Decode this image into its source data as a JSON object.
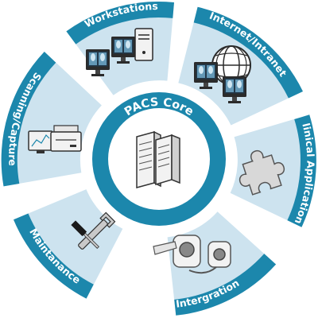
{
  "colors": {
    "band": "#1c87ac",
    "tile": "#cde3ef",
    "core_ring": "#1c87ac",
    "core_fill": "#ffffff",
    "label_text": "#ffffff",
    "icon_dark": "#2b2b2b",
    "icon_light": "#f2f2f2"
  },
  "core": {
    "title": "PACS Core",
    "icon": "server-rack-icon"
  },
  "segments": [
    {
      "key": "workstations",
      "label": "Workstations",
      "icon": "workstation-monitors-icon"
    },
    {
      "key": "internet",
      "label": "Internet/Intranet",
      "icon": "globe-monitors-icon"
    },
    {
      "key": "clinical",
      "label": "Clinical Applications",
      "icon": "puzzle-piece-icon"
    },
    {
      "key": "integration",
      "label": "Intergration",
      "icon": "mri-scanner-icon"
    },
    {
      "key": "maintenance",
      "label": "Maintanance",
      "icon": "wrench-screwdriver-icon"
    },
    {
      "key": "scanning",
      "label": "Scanning/Capture",
      "icon": "printer-scanner-icon"
    }
  ]
}
